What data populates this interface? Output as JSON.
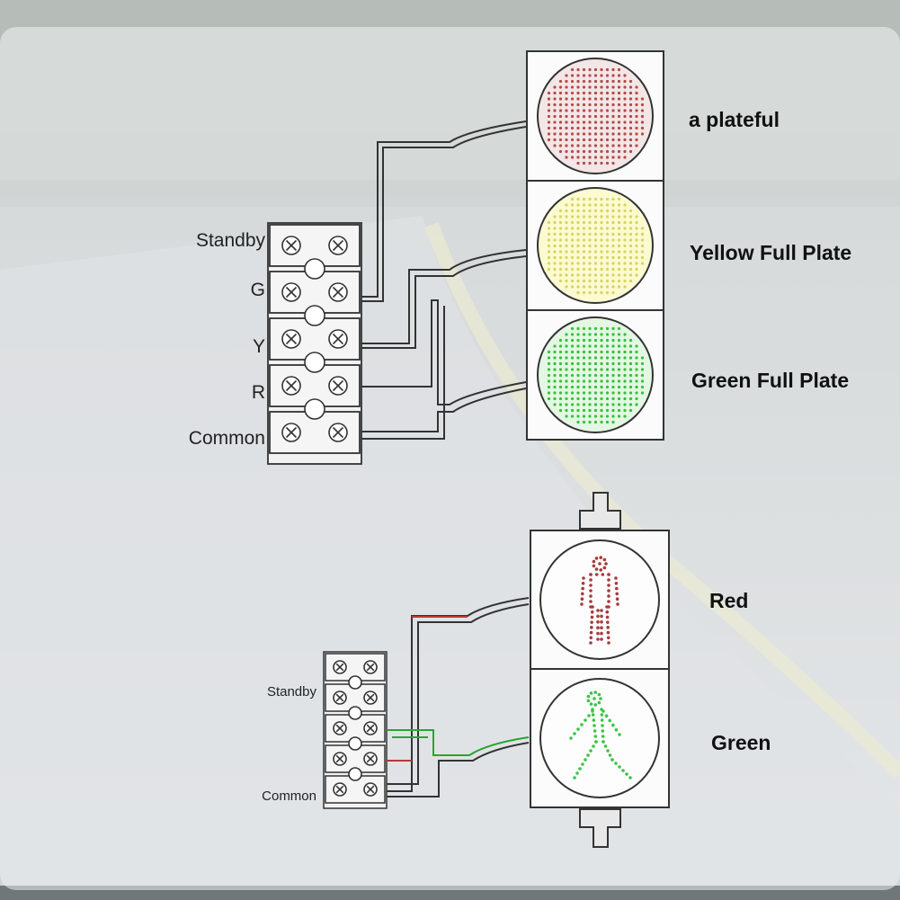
{
  "vehicle_signal": {
    "terminal_labels": [
      "Standby",
      "G",
      "Y",
      "R",
      "Common"
    ],
    "lamps": [
      {
        "label": "a plateful",
        "color": "#b44a4a",
        "fill": "#f3e6e6"
      },
      {
        "label": "Yellow Full Plate",
        "color": "#d8d460",
        "fill": "#fbfad0"
      },
      {
        "label": "Green Full Plate",
        "color": "#35c13b",
        "fill": "#e3f7e2"
      }
    ]
  },
  "pedestrian_signal": {
    "terminal_labels": [
      "Standby",
      "Common"
    ],
    "lamps": [
      {
        "label": "Red",
        "color": "#a8393b"
      },
      {
        "label": "Green",
        "color": "#3cc445"
      }
    ]
  }
}
